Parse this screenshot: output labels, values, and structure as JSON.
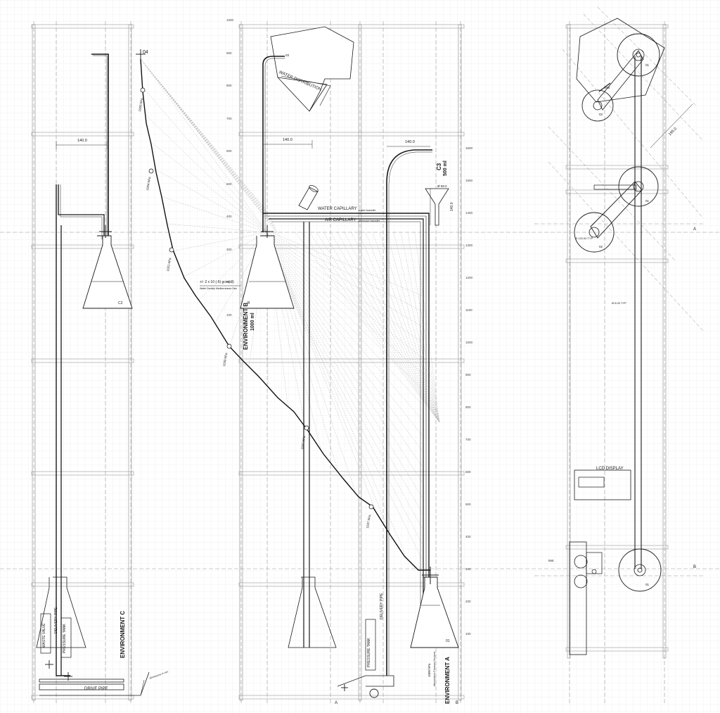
{
  "labels": {
    "environment_a": "ENVIRONMENT A",
    "environment_b": "ENVIRONMENT B",
    "environment_b_vol": "1000 ml",
    "environment_c": "ENVIRONMENT C",
    "c3": "C3",
    "c3_vol": "500 ml",
    "water_distribution": "WATER DISTRIBUTION",
    "water_capillary": "WATER CAPILLARY",
    "water_capillary_note": "water transfer",
    "air_capillary": "AIR CAPILLARY",
    "air_capillary_note": "pressure transfer",
    "delivery_pipe_left": "DELIVERY PIPE",
    "delivery_pipe_right": "DELIVERY PIPE",
    "waste_valve": "WASTE VALVE",
    "pressure_tank_left": "PRESSURE TANK",
    "pressure_tank_right": "PRESSURE TANK",
    "drive_pipe": "DRIVE PIPE",
    "lcd_display": "LCD DISPLAY",
    "point_04": "04",
    "density_formula": "+/- 2 x 10 (-6) gcm(-3)",
    "density_note": "Water Density Meditorranean Sea",
    "pressure_1": "1000 hPa",
    "pressure_2": "1004 hPa",
    "pressure_3": "1021 hPa",
    "pressure_4": "1030 hPa",
    "pressure_5": "1047 hPa",
    "pressure_6": "1037 hPa",
    "pressure_bottom": "1000 hPa",
    "atmospheric_note": "Atmospheric Pressure Serravos",
    "dim_140_left": "140.0",
    "dim_140_mid": "140.0",
    "dim_140_right": "140.0",
    "dim_140_vert": "140.0",
    "dim_195": "195.0",
    "dim_phi_tip": "Ø 59.0",
    "dim_phi_120": "Ø 120.00 TYP",
    "dim_phi_8": "Ø 8.00 TYP",
    "section_a": "A",
    "section_b": "B",
    "node_01": "01",
    "node_02": "02",
    "node_03": "03",
    "motor_label": "Mot",
    "flask_b_tag": "B",
    "flask_c_tag": "C2",
    "flask_a_tag": "01",
    "scale_note": "dimensions in mm"
  },
  "scale_left": [
    "1000",
    "900",
    "800",
    "700",
    "600",
    "500",
    "400",
    "300",
    "200",
    "100"
  ],
  "scale_right": [
    "1600",
    "1500",
    "1400",
    "1300",
    "1200",
    "1100",
    "1000",
    "900",
    "800",
    "700",
    "600",
    "500",
    "400",
    "300",
    "200",
    "100"
  ],
  "colors": {
    "ink": "#1a1a1a",
    "grid": "#e4e4e4",
    "hatch": "#b0b0b0",
    "dash": "#8a8a8a"
  }
}
